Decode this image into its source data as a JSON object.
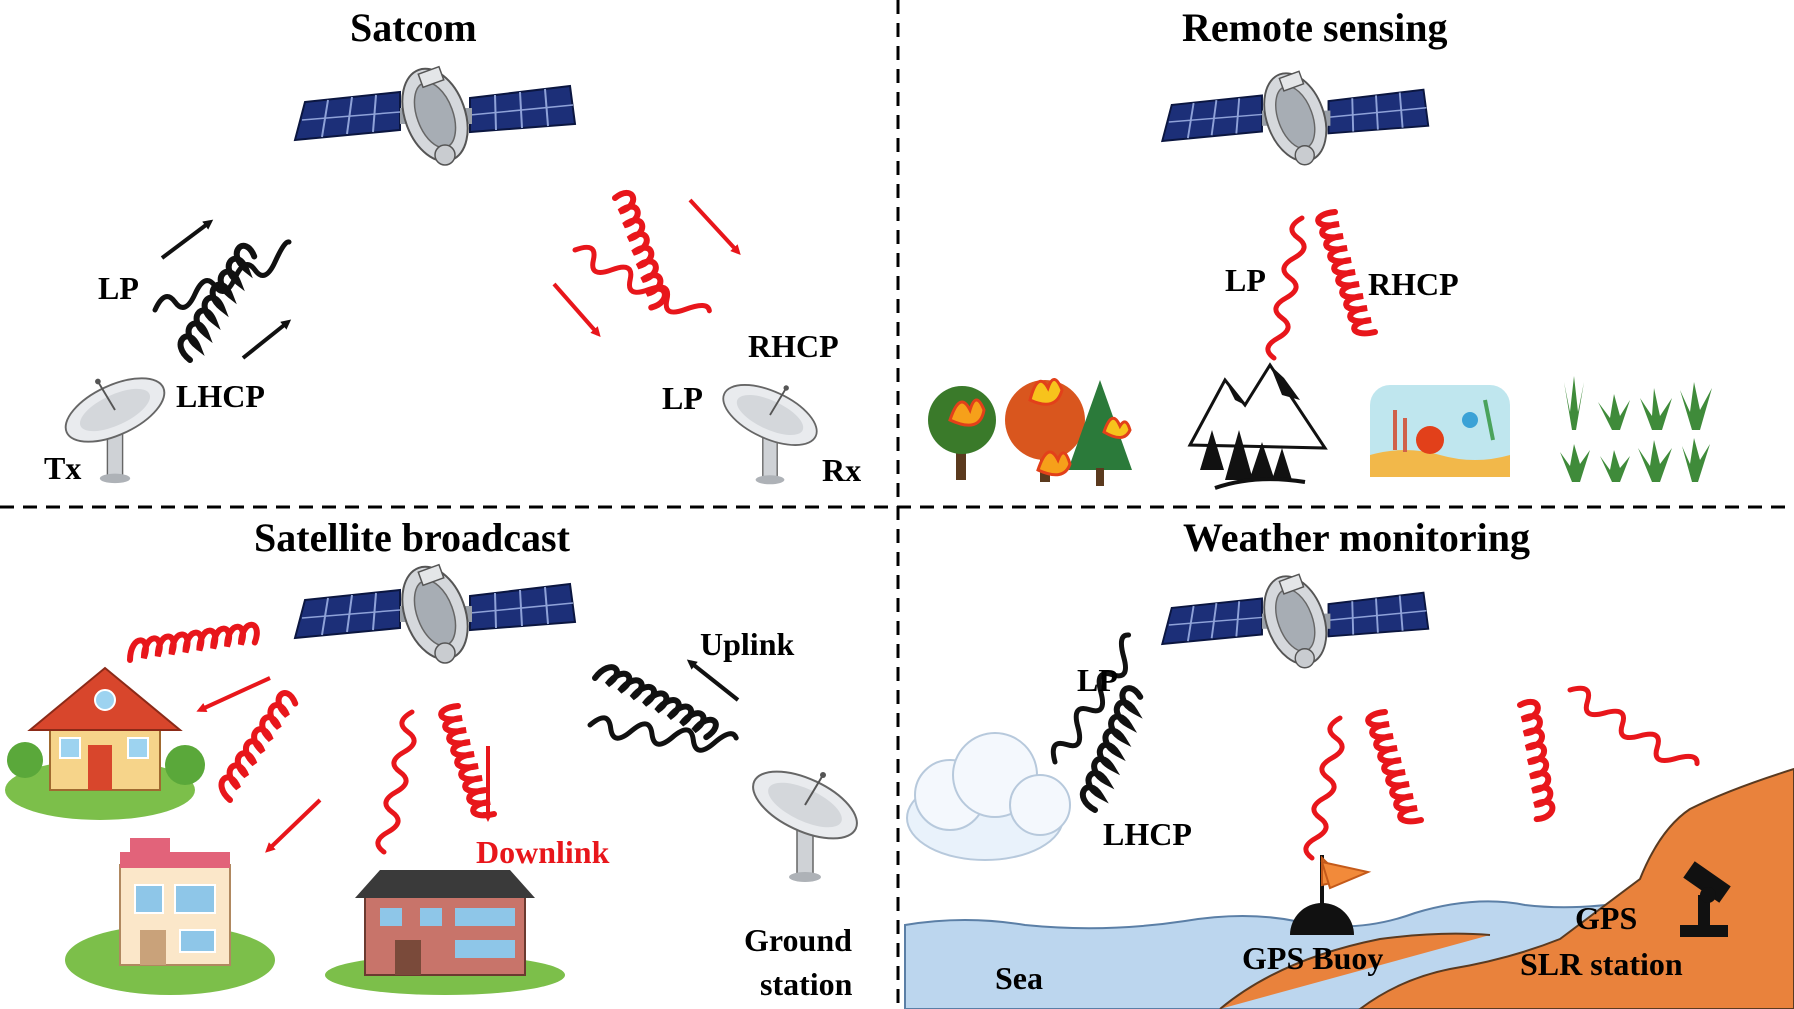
{
  "panels": {
    "satcom": {
      "title": "Satcom",
      "lp_tx": "LP",
      "lhcp": "LHCP",
      "tx": "Tx",
      "rhcp": "RHCP",
      "lp_rx": "LP",
      "rx": "Rx"
    },
    "remote_sensing": {
      "title": "Remote sensing",
      "lp": "LP",
      "rhcp": "RHCP"
    },
    "broadcast": {
      "title": "Satellite broadcast",
      "uplink": "Uplink",
      "downlink": "Downlink",
      "ground_line1": "Ground",
      "ground_line2": "station"
    },
    "weather": {
      "title": "Weather monitoring",
      "lp": "LP",
      "lhcp": "LHCP",
      "gps_buoy": "GPS Buoy",
      "sea": "Sea",
      "gps": "GPS",
      "slr": "SLR station"
    }
  },
  "colors": {
    "wave_black": "#111111",
    "wave_red": "#e8161b",
    "solar_panel": "#1c2f78",
    "sea": "#bcd6ee",
    "land": "#e9823c",
    "divider": "#000000"
  }
}
